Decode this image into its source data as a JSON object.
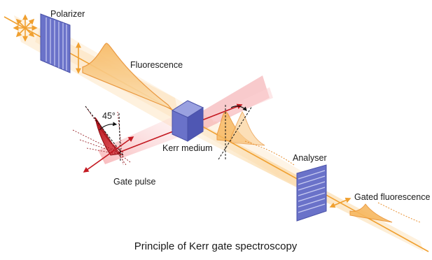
{
  "labels": {
    "polarizer": "Polarizer",
    "fluorescence": "Fluorescence",
    "angle": "45°",
    "kerr_medium": "Kerr medium",
    "analyser": "Analyser",
    "gate_pulse": "Gate pulse",
    "gated_fluorescence": "Gated fluorescence"
  },
  "caption": "Principle of Kerr gate spectroscopy",
  "colors": {
    "fluorescence_beam": "#f5a623",
    "gate_beam": "#e8464b",
    "optic_blue": "#6a72c9",
    "arrow_orange": "#f0a030"
  }
}
